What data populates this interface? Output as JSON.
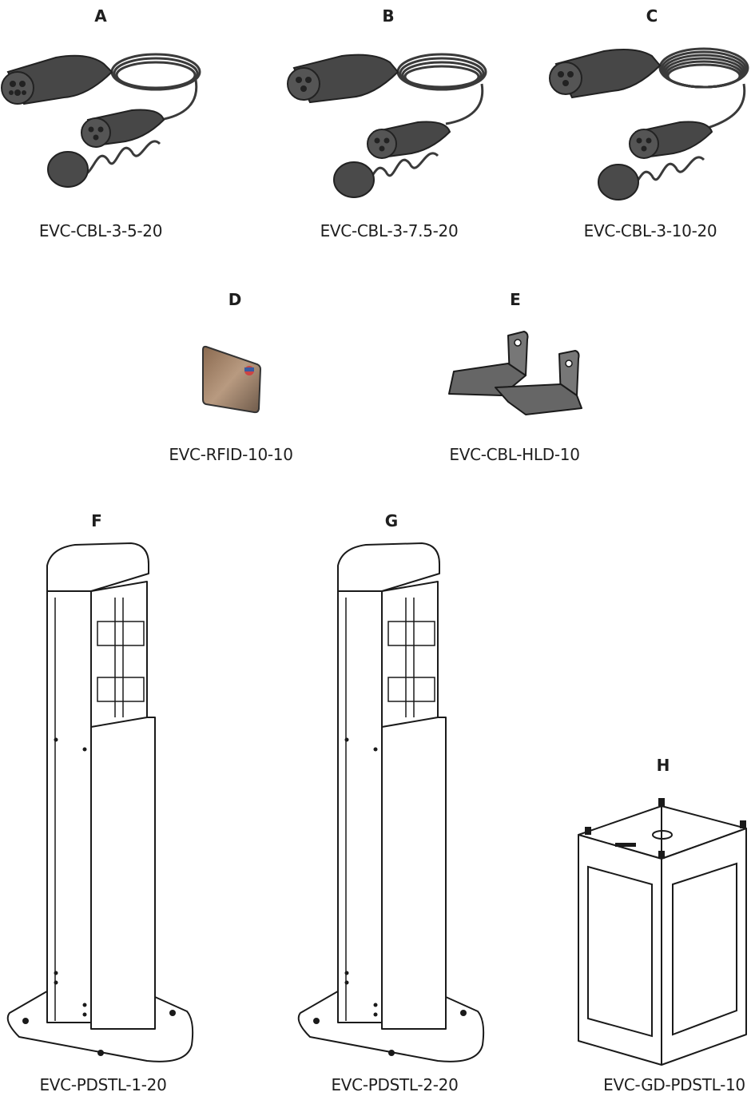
{
  "items": [
    {
      "letter": "A",
      "code": "EVC-CBL-3-5-20",
      "icon": "charging-cable-icon"
    },
    {
      "letter": "B",
      "code": "EVC-CBL-3-7.5-20",
      "icon": "charging-cable-icon"
    },
    {
      "letter": "C",
      "code": "EVC-CBL-3-10-20",
      "icon": "charging-cable-icon"
    },
    {
      "letter": "D",
      "code": "EVC-RFID-10-10",
      "icon": "rfid-card-icon"
    },
    {
      "letter": "E",
      "code": "EVC-CBL-HLD-10",
      "icon": "cable-holder-icon"
    },
    {
      "letter": "F",
      "code": "EVC-PDSTL-1-20",
      "icon": "pedestal-icon"
    },
    {
      "letter": "G",
      "code": "EVC-PDSTL-2-20",
      "icon": "pedestal-icon"
    },
    {
      "letter": "H",
      "code": "EVC-GD-PDSTL-10",
      "icon": "ground-mount-frame-icon"
    }
  ],
  "colors": {
    "cable": "#3c3c3c",
    "line": "#222222"
  }
}
